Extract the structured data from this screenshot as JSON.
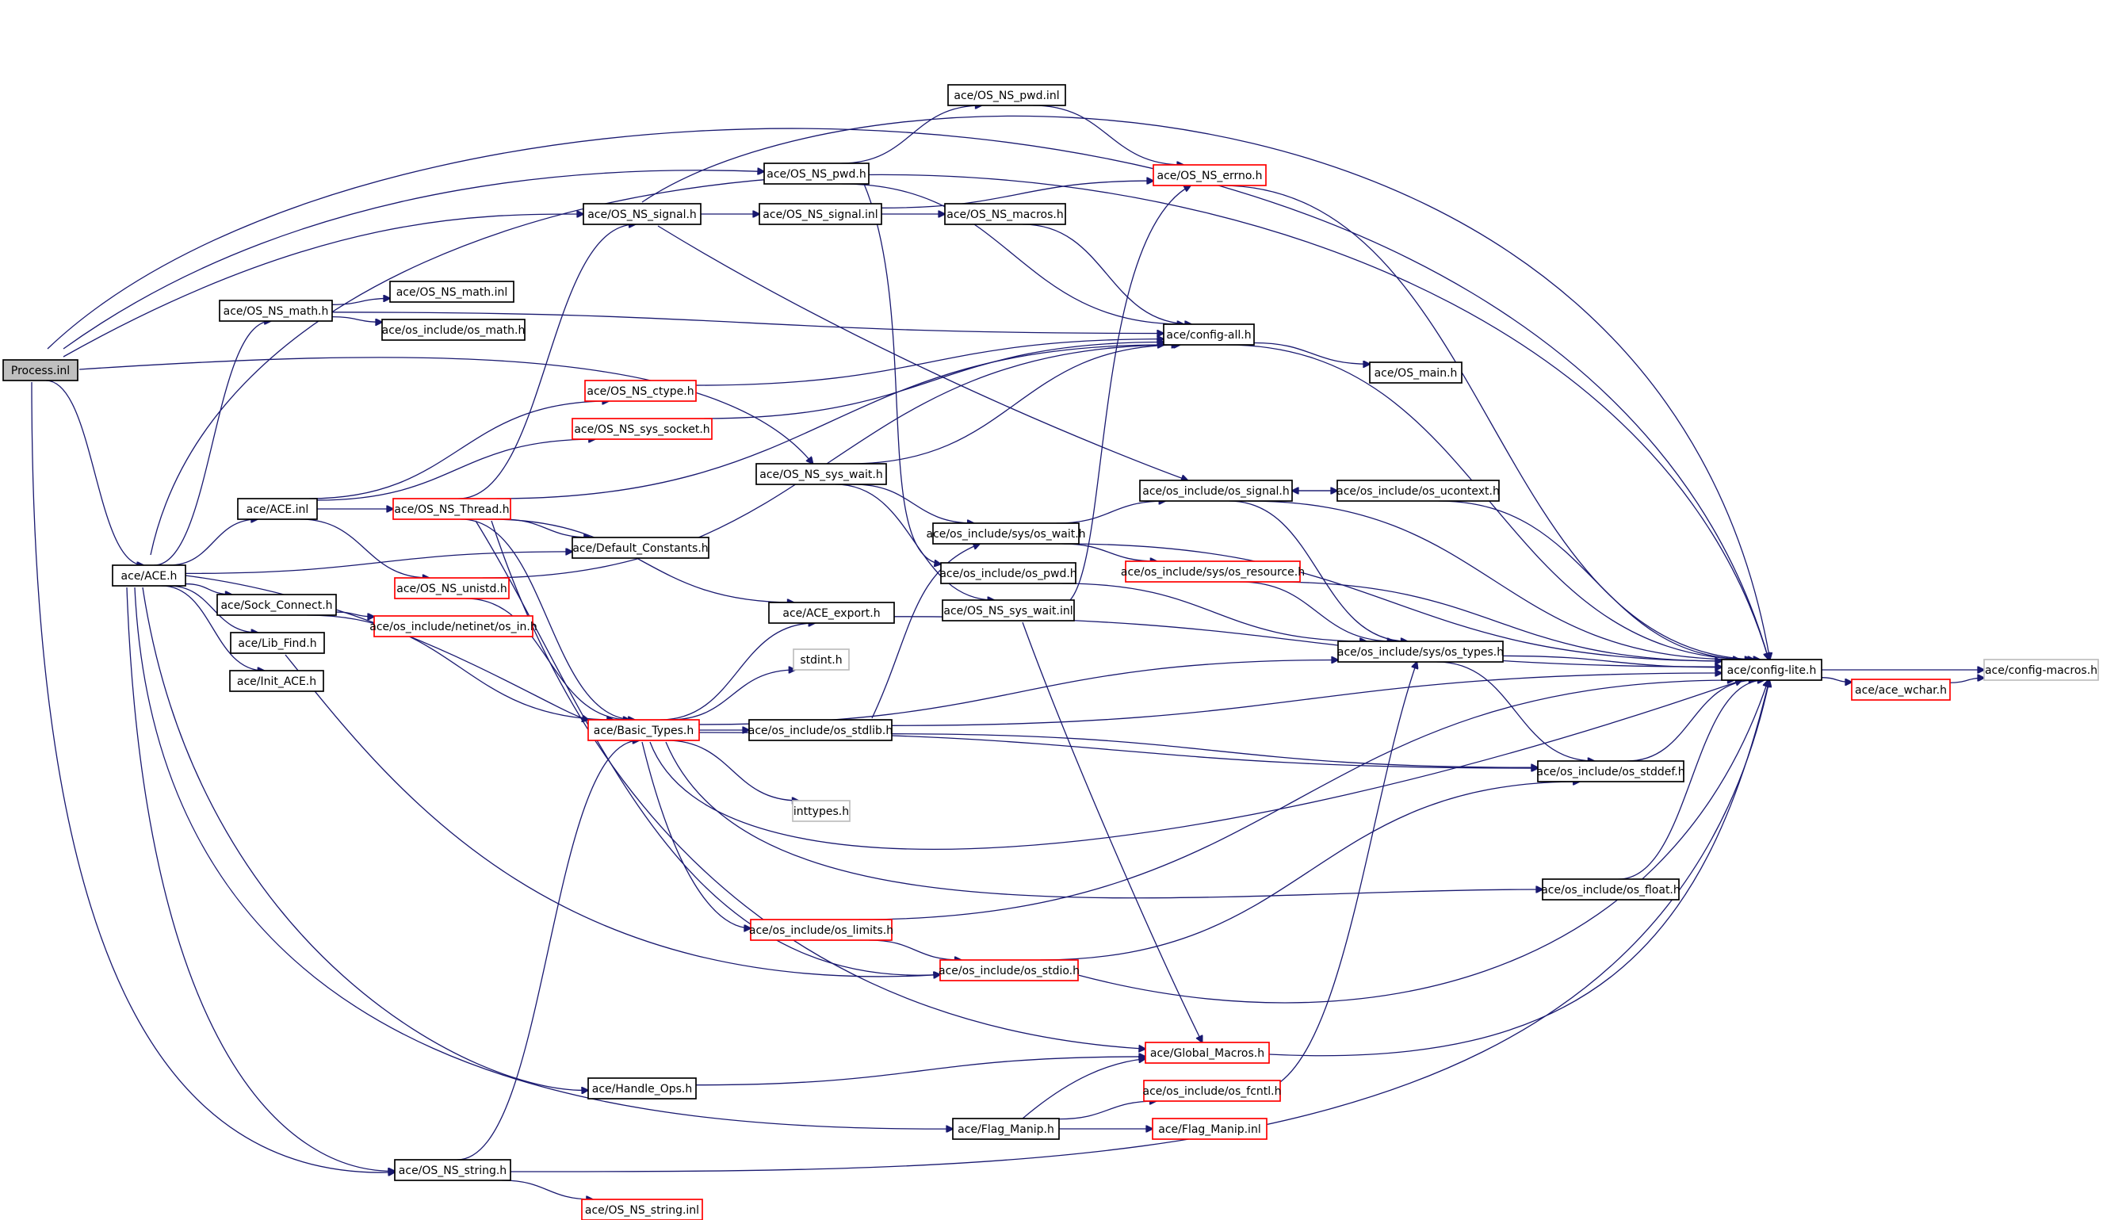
{
  "colors": {
    "edge": "#191970",
    "normal_border": "#000000",
    "red_border": "#ff0000",
    "gray_border": "#bfbfbf",
    "root_fill": "#bfbfbf"
  },
  "nodes": {
    "process_inl": {
      "label": "Process.inl",
      "style": "root"
    },
    "ace_h": {
      "label": "ace/ACE.h",
      "style": "normal"
    },
    "os_ns_math_h": {
      "label": "ace/OS_NS_math.h",
      "style": "normal"
    },
    "os_ns_math_inl": {
      "label": "ace/OS_NS_math.inl",
      "style": "normal"
    },
    "os_math_h": {
      "label": "ace/os_include/os_math.h",
      "style": "normal"
    },
    "ace_inl": {
      "label": "ace/ACE.inl",
      "style": "normal"
    },
    "sock_connect_h": {
      "label": "ace/Sock_Connect.h",
      "style": "normal"
    },
    "lib_find_h": {
      "label": "ace/Lib_Find.h",
      "style": "normal"
    },
    "init_ace_h": {
      "label": "ace/Init_ACE.h",
      "style": "normal"
    },
    "os_ns_signal_h": {
      "label": "ace/OS_NS_signal.h",
      "style": "normal"
    },
    "os_ns_pwd_h": {
      "label": "ace/OS_NS_pwd.h",
      "style": "normal"
    },
    "os_ns_pwd_inl": {
      "label": "ace/OS_NS_pwd.inl",
      "style": "normal"
    },
    "os_ns_signal_inl": {
      "label": "ace/OS_NS_signal.inl",
      "style": "normal"
    },
    "os_ns_macros_h": {
      "label": "ace/OS_NS_macros.h",
      "style": "normal"
    },
    "os_ns_errno_h": {
      "label": "ace/OS_NS_errno.h",
      "style": "red"
    },
    "config_all_h": {
      "label": "ace/config-all.h",
      "style": "normal"
    },
    "os_main_h": {
      "label": "ace/OS_main.h",
      "style": "normal"
    },
    "os_ns_ctype_h": {
      "label": "ace/OS_NS_ctype.h",
      "style": "red"
    },
    "os_ns_sys_socket_h": {
      "label": "ace/OS_NS_sys_socket.h",
      "style": "red"
    },
    "os_ns_thread_h": {
      "label": "ace/OS_NS_Thread.h",
      "style": "red"
    },
    "default_constants_h": {
      "label": "ace/Default_Constants.h",
      "style": "normal"
    },
    "os_ns_unistd_h": {
      "label": "ace/OS_NS_unistd.h",
      "style": "red"
    },
    "os_in_h": {
      "label": "ace/os_include/netinet/os_in.h",
      "style": "red"
    },
    "os_ns_sys_wait_h": {
      "label": "ace/OS_NS_sys_wait.h",
      "style": "normal"
    },
    "os_signal_h": {
      "label": "ace/os_include/os_signal.h",
      "style": "normal"
    },
    "os_ucontext_h": {
      "label": "ace/os_include/os_ucontext.h",
      "style": "normal"
    },
    "sys_os_wait_h": {
      "label": "ace/os_include/sys/os_wait.h",
      "style": "normal"
    },
    "sys_os_resource_h": {
      "label": "ace/os_include/sys/os_resource.h",
      "style": "red"
    },
    "os_pwd_h": {
      "label": "ace/os_include/os_pwd.h",
      "style": "normal"
    },
    "os_ns_sys_wait_inl": {
      "label": "ace/OS_NS_sys_wait.inl",
      "style": "normal"
    },
    "ace_export_h": {
      "label": "ace/ACE_export.h",
      "style": "normal"
    },
    "stdint_h": {
      "label": "stdint.h",
      "style": "gray"
    },
    "basic_types_h": {
      "label": "ace/Basic_Types.h",
      "style": "red"
    },
    "os_stdlib_h": {
      "label": "ace/os_include/os_stdlib.h",
      "style": "normal"
    },
    "sys_os_types_h": {
      "label": "ace/os_include/sys/os_types.h",
      "style": "normal"
    },
    "config_lite_h": {
      "label": "ace/config-lite.h",
      "style": "normal"
    },
    "ace_wchar_h": {
      "label": "ace/ace_wchar.h",
      "style": "red"
    },
    "config_macros_h": {
      "label": "ace/config-macros.h",
      "style": "gray"
    },
    "os_stddef_h": {
      "label": "ace/os_include/os_stddef.h",
      "style": "normal"
    },
    "inttypes_h": {
      "label": "inttypes.h",
      "style": "gray"
    },
    "os_float_h": {
      "label": "ace/os_include/os_float.h",
      "style": "normal"
    },
    "os_limits_h": {
      "label": "ace/os_include/os_limits.h",
      "style": "red"
    },
    "os_stdio_h": {
      "label": "ace/os_include/os_stdio.h",
      "style": "red"
    },
    "global_macros_h": {
      "label": "ace/Global_Macros.h",
      "style": "red"
    },
    "handle_ops_h": {
      "label": "ace/Handle_Ops.h",
      "style": "normal"
    },
    "os_fcntl_h": {
      "label": "ace/os_include/os_fcntl.h",
      "style": "red"
    },
    "flag_manip_h": {
      "label": "ace/Flag_Manip.h",
      "style": "normal"
    },
    "flag_manip_inl": {
      "label": "ace/Flag_Manip.inl",
      "style": "red"
    },
    "os_ns_string_h": {
      "label": "ace/OS_NS_string.h",
      "style": "normal"
    },
    "os_ns_string_inl": {
      "label": "ace/OS_NS_string.inl",
      "style": "red"
    }
  },
  "edges": [
    [
      "process_inl",
      "config_lite_h"
    ],
    [
      "process_inl",
      "os_ns_pwd_h"
    ],
    [
      "process_inl",
      "os_ns_signal_h"
    ],
    [
      "process_inl",
      "ace_h"
    ],
    [
      "process_inl",
      "os_ns_sys_wait_h"
    ],
    [
      "process_inl",
      "os_ns_string_h"
    ],
    [
      "ace_h",
      "config_lite_h"
    ],
    [
      "ace_h",
      "os_ns_math_h"
    ],
    [
      "ace_h",
      "ace_inl"
    ],
    [
      "ace_h",
      "default_constants_h"
    ],
    [
      "ace_h",
      "sock_connect_h"
    ],
    [
      "ace_h",
      "lib_find_h"
    ],
    [
      "ace_h",
      "init_ace_h"
    ],
    [
      "ace_h",
      "handle_ops_h"
    ],
    [
      "ace_h",
      "flag_manip_h"
    ],
    [
      "ace_h",
      "os_ns_string_h"
    ],
    [
      "ace_h",
      "basic_types_h"
    ],
    [
      "os_ns_math_h",
      "os_ns_math_inl"
    ],
    [
      "os_ns_math_h",
      "os_math_h"
    ],
    [
      "os_ns_math_h",
      "config_all_h"
    ],
    [
      "ace_inl",
      "os_ns_ctype_h"
    ],
    [
      "ace_inl",
      "os_ns_sys_socket_h"
    ],
    [
      "ace_inl",
      "os_ns_thread_h"
    ],
    [
      "ace_inl",
      "os_ns_unistd_h"
    ],
    [
      "os_ns_signal_h",
      "os_ns_signal_inl"
    ],
    [
      "os_ns_signal_h",
      "os_signal_h"
    ],
    [
      "os_ns_signal_h",
      "config_lite_h"
    ],
    [
      "os_ns_pwd_h",
      "os_ns_pwd_inl"
    ],
    [
      "os_ns_pwd_h",
      "config_all_h"
    ],
    [
      "os_ns_pwd_h",
      "os_pwd_h"
    ],
    [
      "os_ns_pwd_inl",
      "os_ns_errno_h"
    ],
    [
      "os_ns_signal_inl",
      "os_ns_macros_h"
    ],
    [
      "os_ns_signal_inl",
      "os_ns_errno_h"
    ],
    [
      "os_ns_macros_h",
      "config_all_h"
    ],
    [
      "os_ns_errno_h",
      "config_lite_h"
    ],
    [
      "config_all_h",
      "os_main_h"
    ],
    [
      "config_all_h",
      "config_lite_h"
    ],
    [
      "os_ns_ctype_h",
      "config_all_h"
    ],
    [
      "os_ns_sys_socket_h",
      "config_all_h"
    ],
    [
      "os_ns_thread_h",
      "config_all_h"
    ],
    [
      "os_ns_thread_h",
      "os_ns_signal_h"
    ],
    [
      "os_ns_thread_h",
      "default_constants_h"
    ],
    [
      "os_ns_thread_h",
      "ace_export_h"
    ],
    [
      "os_ns_thread_h",
      "basic_types_h"
    ],
    [
      "os_ns_thread_h",
      "os_stdio_h"
    ],
    [
      "os_ns_thread_h",
      "global_macros_h"
    ],
    [
      "os_ns_unistd_h",
      "config_all_h"
    ],
    [
      "os_ns_unistd_h",
      "basic_types_h"
    ],
    [
      "sock_connect_h",
      "os_in_h"
    ],
    [
      "sock_connect_h",
      "basic_types_h"
    ],
    [
      "lib_find_h",
      "os_stdio_h"
    ],
    [
      "os_ns_sys_wait_h",
      "config_all_h"
    ],
    [
      "os_ns_sys_wait_h",
      "sys_os_wait_h"
    ],
    [
      "os_ns_sys_wait_h",
      "os_ns_sys_wait_inl"
    ],
    [
      "os_signal_h",
      "os_ucontext_h"
    ],
    [
      "os_signal_h",
      "sys_os_types_h"
    ],
    [
      "os_signal_h",
      "config_lite_h"
    ],
    [
      "os_ucontext_h",
      "os_signal_h"
    ],
    [
      "os_ucontext_h",
      "config_lite_h"
    ],
    [
      "sys_os_wait_h",
      "os_signal_h"
    ],
    [
      "sys_os_wait_h",
      "sys_os_resource_h"
    ],
    [
      "sys_os_wait_h",
      "config_lite_h"
    ],
    [
      "sys_os_resource_h",
      "sys_os_types_h"
    ],
    [
      "sys_os_resource_h",
      "config_lite_h"
    ],
    [
      "os_pwd_h",
      "sys_os_types_h"
    ],
    [
      "os_ns_sys_wait_inl",
      "os_ns_errno_h"
    ],
    [
      "os_ns_sys_wait_inl",
      "global_macros_h"
    ],
    [
      "ace_export_h",
      "config_lite_h"
    ],
    [
      "basic_types_h",
      "ace_export_h"
    ],
    [
      "basic_types_h",
      "stdint_h"
    ],
    [
      "basic_types_h",
      "os_stdlib_h"
    ],
    [
      "basic_types_h",
      "sys_os_types_h"
    ],
    [
      "basic_types_h",
      "os_stddef_h"
    ],
    [
      "basic_types_h",
      "inttypes_h"
    ],
    [
      "basic_types_h",
      "config_lite_h"
    ],
    [
      "basic_types_h",
      "os_float_h"
    ],
    [
      "basic_types_h",
      "os_limits_h"
    ],
    [
      "os_stdlib_h",
      "sys_os_wait_h"
    ],
    [
      "os_stdlib_h",
      "os_stddef_h"
    ],
    [
      "os_stdlib_h",
      "config_lite_h"
    ],
    [
      "sys_os_types_h",
      "config_lite_h"
    ],
    [
      "sys_os_types_h",
      "os_stddef_h"
    ],
    [
      "config_lite_h",
      "config_macros_h"
    ],
    [
      "config_lite_h",
      "ace_wchar_h"
    ],
    [
      "ace_wchar_h",
      "config_macros_h"
    ],
    [
      "os_stddef_h",
      "config_lite_h"
    ],
    [
      "os_float_h",
      "config_lite_h"
    ],
    [
      "os_limits_h",
      "config_lite_h"
    ],
    [
      "os_limits_h",
      "os_stdio_h"
    ],
    [
      "os_stdio_h",
      "os_stddef_h"
    ],
    [
      "os_stdio_h",
      "config_lite_h"
    ],
    [
      "global_macros_h",
      "config_lite_h"
    ],
    [
      "handle_ops_h",
      "global_macros_h"
    ],
    [
      "os_fcntl_h",
      "sys_os_types_h"
    ],
    [
      "flag_manip_h",
      "global_macros_h"
    ],
    [
      "flag_manip_h",
      "os_fcntl_h"
    ],
    [
      "flag_manip_h",
      "flag_manip_inl"
    ],
    [
      "os_ns_string_h",
      "basic_types_h"
    ],
    [
      "os_ns_string_h",
      "os_ns_string_inl"
    ],
    [
      "os_ns_string_h",
      "config_lite_h"
    ]
  ]
}
